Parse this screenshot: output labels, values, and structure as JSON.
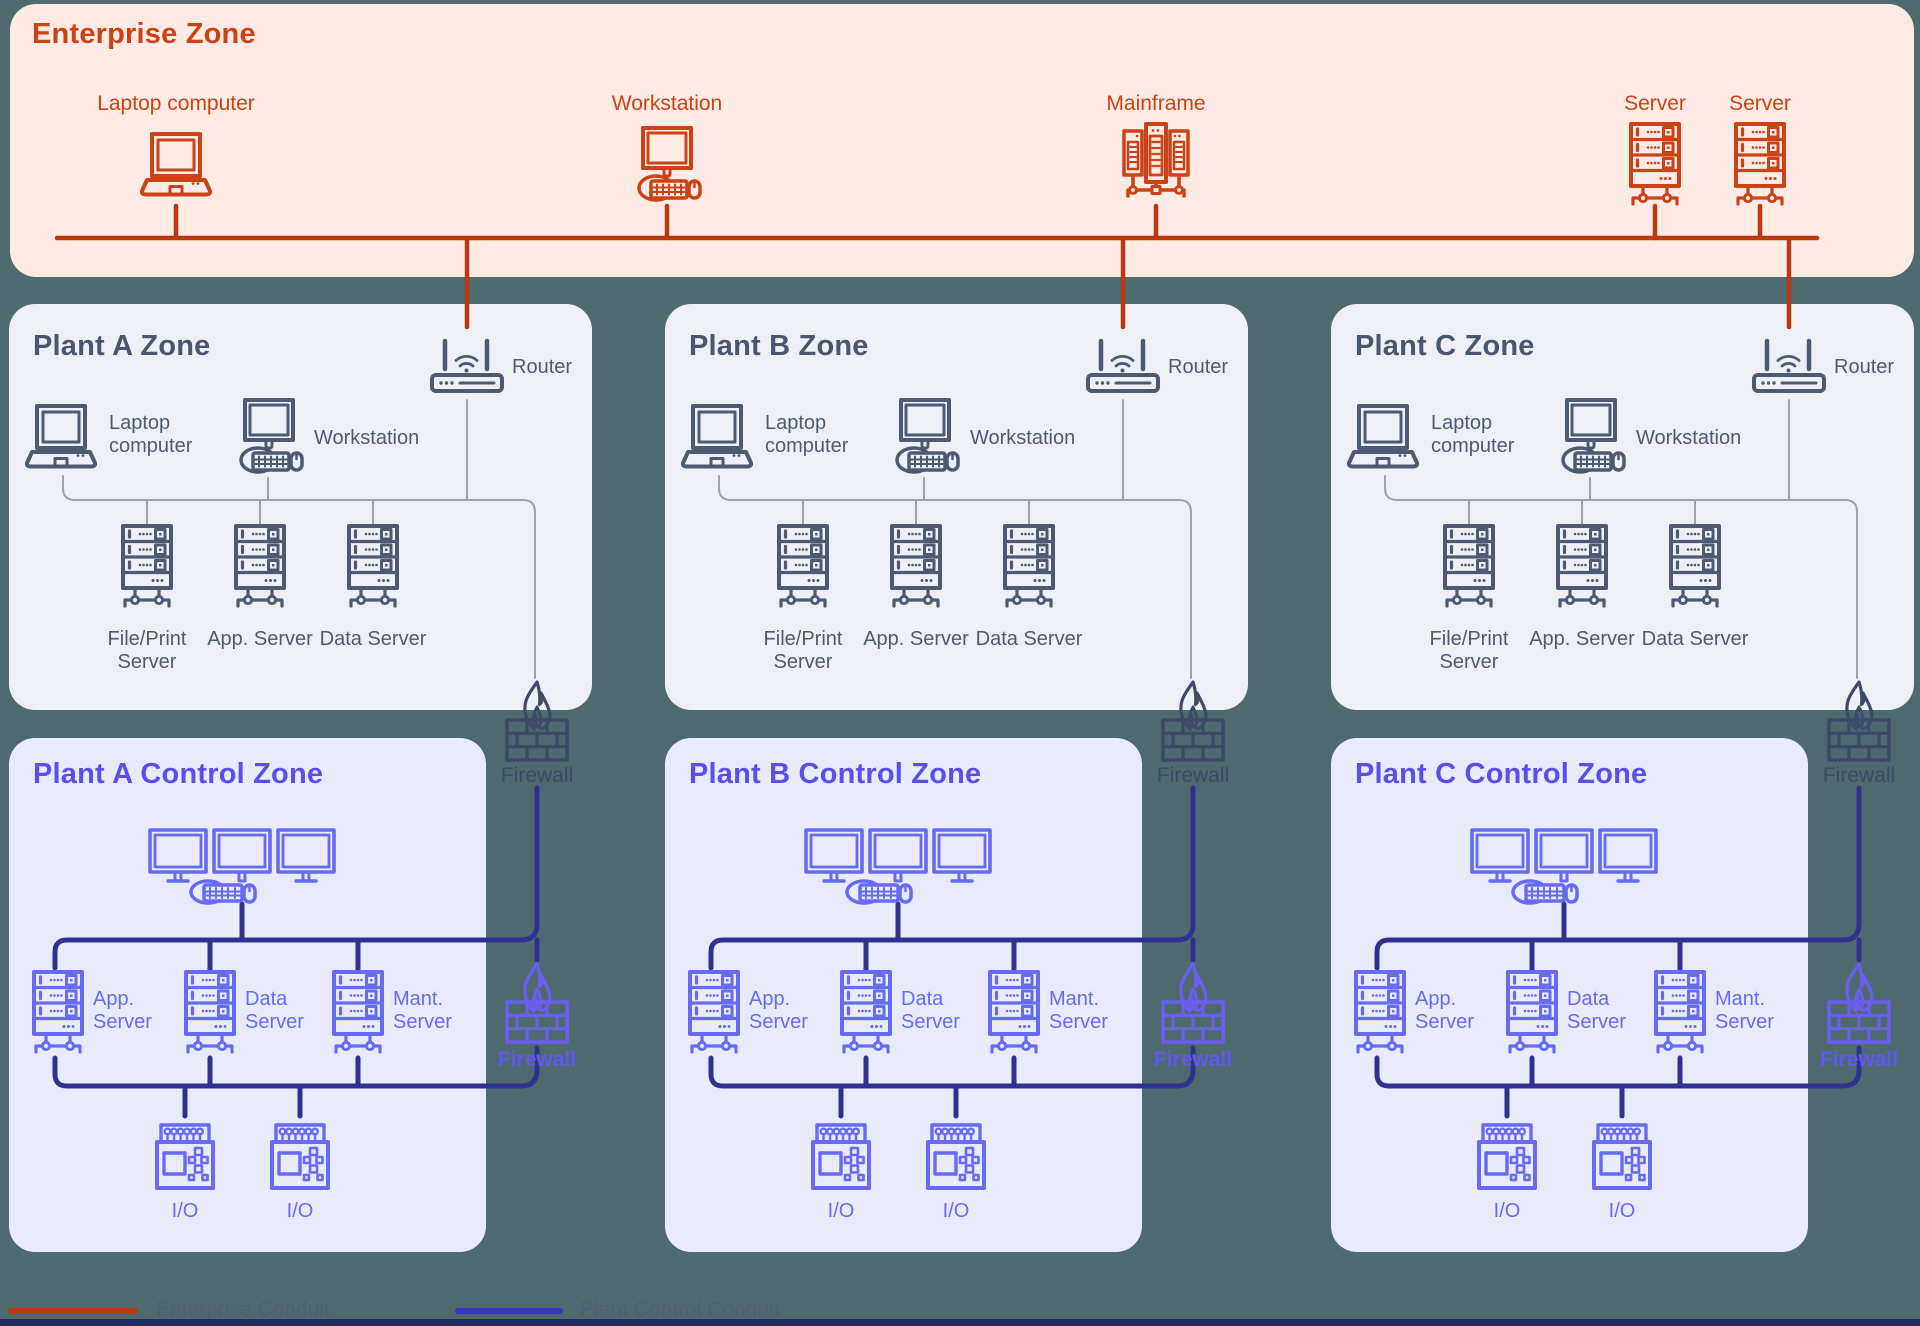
{
  "enterprise_zone": {
    "title": "Enterprise Zone",
    "devices": [
      {
        "label": "Laptop computer",
        "icon": "laptop"
      },
      {
        "label": "Workstation",
        "icon": "workstation"
      },
      {
        "label": "Mainframe",
        "icon": "mainframe"
      },
      {
        "label": "Server",
        "icon": "server"
      },
      {
        "label": "Server",
        "icon": "server"
      }
    ]
  },
  "plant_zones": [
    {
      "title": "Plant A Zone",
      "router_label": "Router",
      "laptop_label": "Laptop computer",
      "workstation_label": "Workstation",
      "server_labels": [
        "File/Print Server",
        "App. Server",
        "Data Server"
      ],
      "firewall_label": "Firewall"
    },
    {
      "title": "Plant B Zone",
      "router_label": "Router",
      "laptop_label": "Laptop computer",
      "workstation_label": "Workstation",
      "server_labels": [
        "File/Print Server",
        "App. Server",
        "Data Server"
      ],
      "firewall_label": "Firewall"
    },
    {
      "title": "Plant C Zone",
      "router_label": "Router",
      "laptop_label": "Laptop computer",
      "workstation_label": "Workstation",
      "server_labels": [
        "File/Print Server",
        "App. Server",
        "Data Server"
      ],
      "firewall_label": "Firewall"
    }
  ],
  "control_zones": [
    {
      "title": "Plant A Control Zone",
      "server_labels": [
        "App. Server",
        "Data Server",
        "Mant. Server"
      ],
      "io_labels": [
        "I/O",
        "I/O"
      ],
      "firewall_label": "Firewall"
    },
    {
      "title": "Plant B Control Zone",
      "server_labels": [
        "App. Server",
        "Data Server",
        "Mant. Server"
      ],
      "io_labels": [
        "I/O",
        "I/O"
      ],
      "firewall_label": "Firewall"
    },
    {
      "title": "Plant C Control Zone",
      "server_labels": [
        "App. Server",
        "Data Server",
        "Mant. Server"
      ],
      "io_labels": [
        "I/O",
        "I/O"
      ],
      "firewall_label": "Firewall"
    }
  ],
  "legend": {
    "items": [
      {
        "label": "Enterprise Conduit",
        "color": "#b93a10"
      },
      {
        "label": "Plant Control Conduit",
        "color": "#3b34c3"
      }
    ]
  },
  "colors": {
    "background": "#4e6a6f",
    "enterprise_bg": "#fcebe4",
    "enterprise_accent": "#cb4217",
    "enterprise_conduit": "#b93a10",
    "plant_bg": "#eef0f5",
    "plant_ink": "#49566e",
    "plant_wire": "#98a2b1",
    "firewall_navy": "#3e4a68",
    "control_bg": "#e9ebfb",
    "control_title": "#5a4eec",
    "control_ink": "#666bf1",
    "control_conduit": "#32308f",
    "firewall_purple": "#6b5cf2"
  }
}
